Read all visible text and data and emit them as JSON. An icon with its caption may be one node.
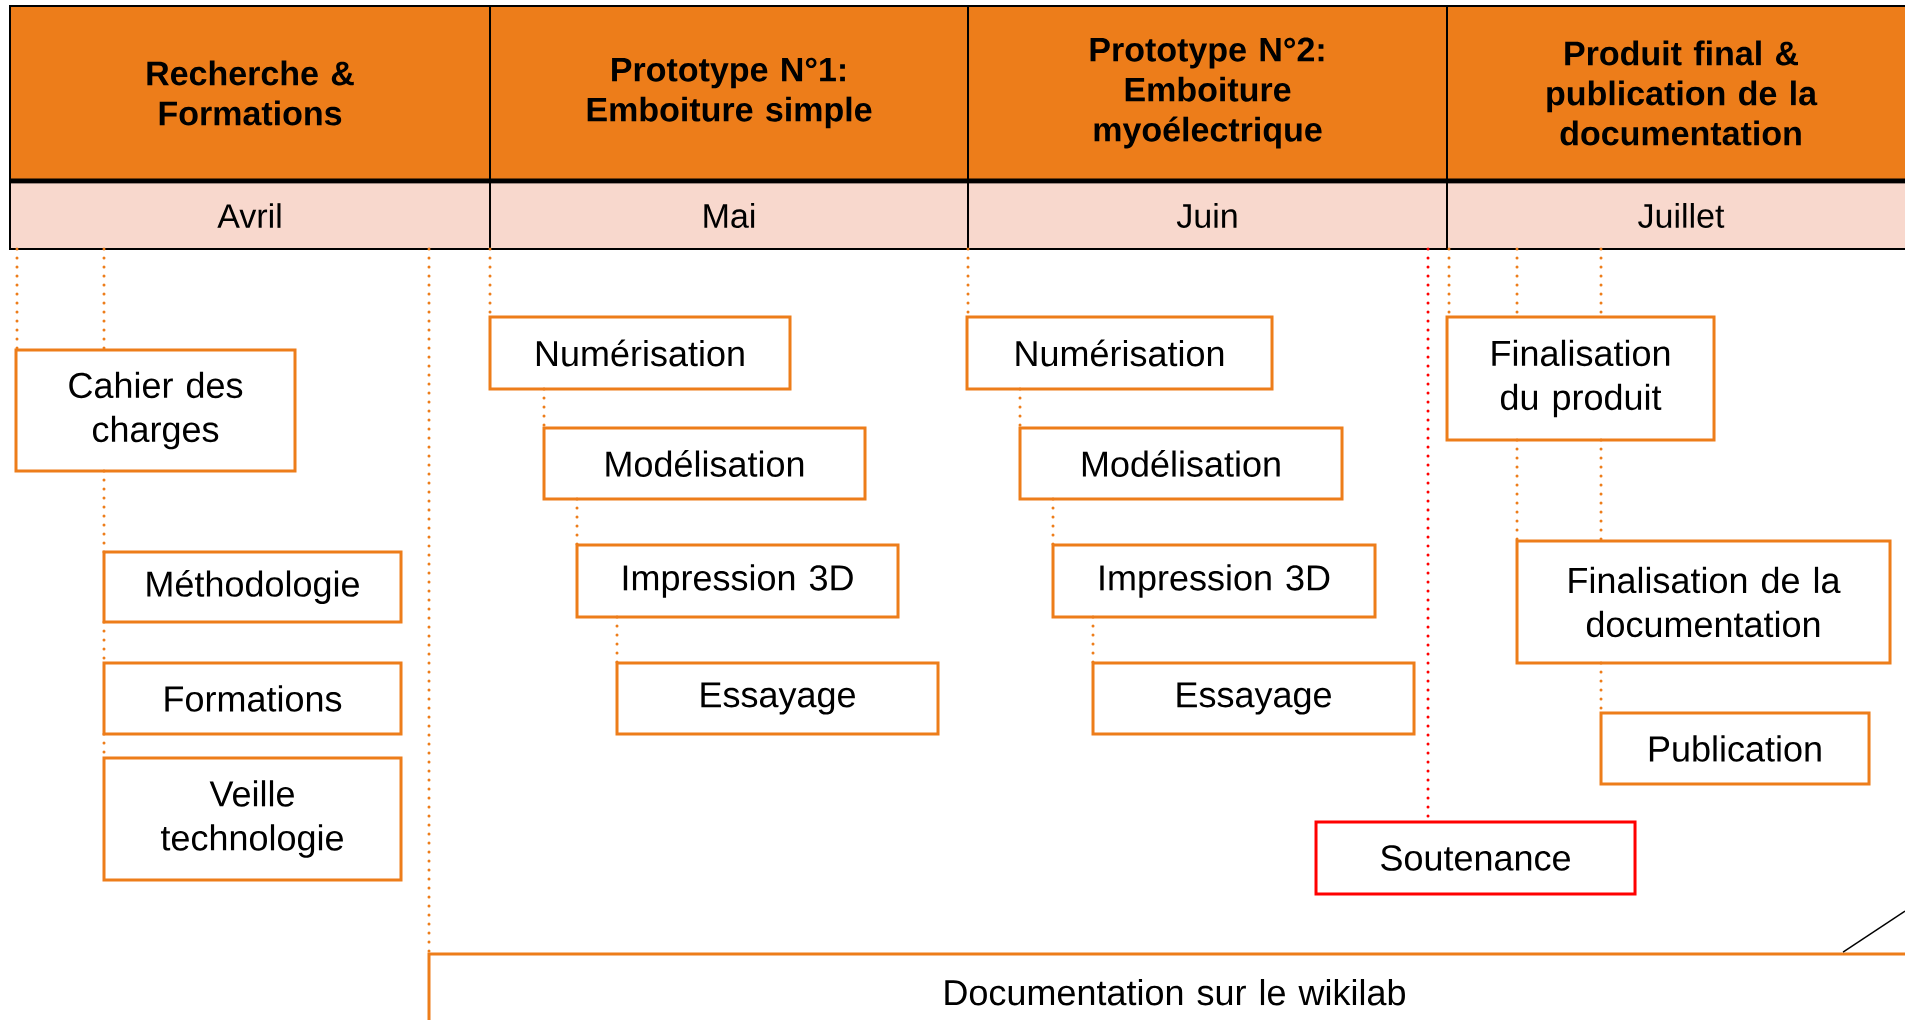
{
  "diagram": {
    "nodes": [
      {
        "text": [
          "Recherche & Formations"
        ]
      },
      {
        "text": [
          "Prototype N°1: Emboiture simple"
        ]
      },
      {
        "text": [
          "Prototype N°2: Emboiture myoélectrique"
        ]
      },
      {
        "text": [
          "Produit final & publication de la documentation"
        ]
      },
      {
        "text": [
          "Avril"
        ]
      },
      {
        "text": [
          "Mai"
        ]
      },
      {
        "text": [
          "Juin"
        ]
      },
      {
        "text": [
          "Juillet"
        ]
      },
      {
        "text": [
          "Cahier des charges"
        ]
      },
      {
        "text": [
          "Méthodologie"
        ]
      },
      {
        "text": [
          "Formations"
        ]
      },
      {
        "text": [
          "Veille technologie"
        ]
      },
      {
        "text": [
          "Numérisation"
        ]
      },
      {
        "text": [
          "Modélisation"
        ]
      },
      {
        "text": [
          "Impression 3D"
        ]
      },
      {
        "text": [
          "Essayage"
        ]
      },
      {
        "text": [
          "Numérisation"
        ]
      },
      {
        "text": [
          "Modélisation"
        ]
      },
      {
        "text": [
          "Impression 3D"
        ]
      },
      {
        "text": [
          "Essayage"
        ]
      },
      {
        "text": [
          "Soutenance"
        ]
      },
      {
        "text": [
          "Finalisation du produit"
        ]
      },
      {
        "text": [
          "Finalisation de la documentation"
        ]
      },
      {
        "text": [
          "Publication"
        ]
      },
      {
        "text": [
          "Documentation sur le wikilab"
        ]
      }
    ],
    "edges": [
      {
        "from": 4,
        "to": 8,
        "arrow": "none"
      },
      {
        "from": 4,
        "to": 8,
        "arrow": "none"
      },
      {
        "from": 8,
        "to": 9,
        "arrow": "none"
      },
      {
        "from": 9,
        "to": 10,
        "arrow": "none"
      },
      {
        "from": 10,
        "to": 11,
        "arrow": "none"
      },
      {
        "from": 4,
        "to": 24,
        "arrow": "none"
      },
      {
        "from": 5,
        "to": 12,
        "arrow": "none"
      },
      {
        "from": 12,
        "to": 13,
        "arrow": "none"
      },
      {
        "from": 13,
        "to": 14,
        "arrow": "none"
      },
      {
        "from": 14,
        "to": 15,
        "arrow": "none"
      },
      {
        "from": 6,
        "to": 16,
        "arrow": "none"
      },
      {
        "from": 16,
        "to": 17,
        "arrow": "none"
      },
      {
        "from": 17,
        "to": 18,
        "arrow": "none"
      },
      {
        "from": 18,
        "to": 19,
        "arrow": "none"
      },
      {
        "from": 6,
        "to": 20,
        "arrow": "none",
        "color": "#ff0000"
      },
      {
        "from": 7,
        "to": 21,
        "arrow": "none"
      },
      {
        "from": 7,
        "to": 21,
        "arrow": "none"
      },
      {
        "from": 7,
        "to": 21,
        "arrow": "none"
      },
      {
        "from": 21,
        "to": 22,
        "arrow": "none"
      },
      {
        "from": 21,
        "to": 22,
        "arrow": "none"
      },
      {
        "from": 22,
        "to": 23,
        "arrow": "none"
      }
    ]
  }
}
